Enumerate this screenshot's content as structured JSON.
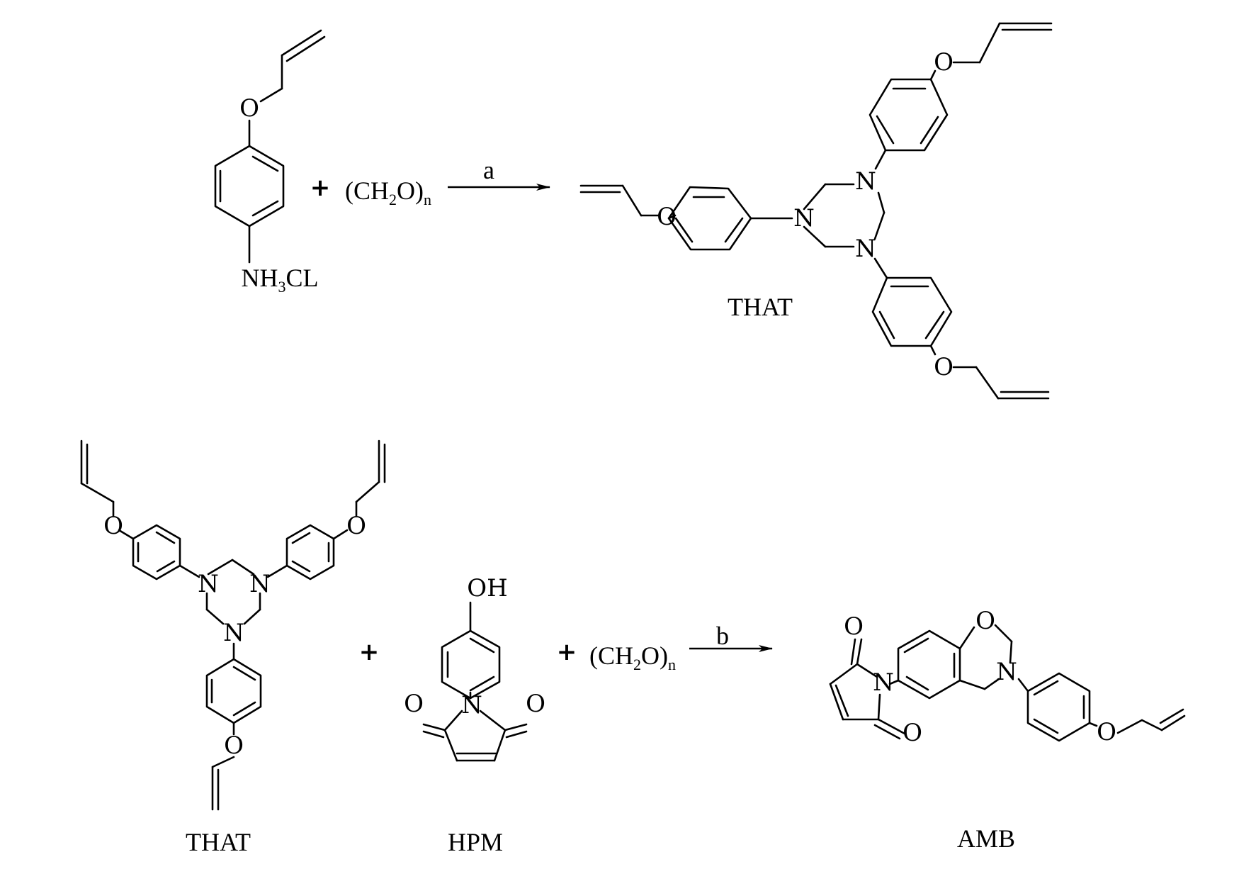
{
  "figure": "Synthesis scheme of THAT and AMB",
  "reaction1": {
    "reactant_salt_label": "NH",
    "reactant_salt_sub": "3",
    "reactant_salt_tail": "CL",
    "plus": "+",
    "paraformaldehyde": {
      "open": "(CH",
      "sub": "2",
      "close": "O)",
      "n": "n"
    },
    "arrow_label": "a",
    "product_label": "THAT"
  },
  "reaction2": {
    "reactant1_label": "THAT",
    "plus_1": "+",
    "reactant2_label": "HPM",
    "plus_2": "+",
    "paraformaldehyde": {
      "open": "(CH",
      "sub": "2",
      "close": "O)",
      "n": "n"
    },
    "arrow_label": "b",
    "product_label": "AMB"
  },
  "atoms": {
    "O": "O",
    "N": "N",
    "OH": "OH"
  }
}
